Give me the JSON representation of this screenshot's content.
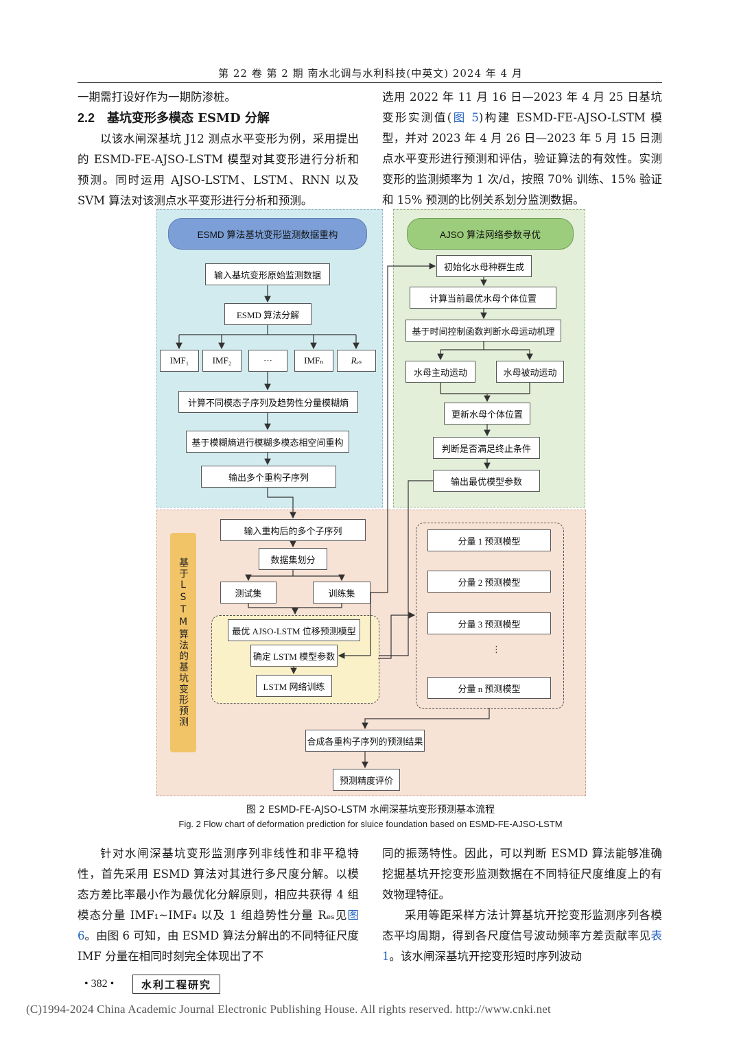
{
  "header": {
    "text": "第 22 卷  第 2 期   南水北调与水利科技(中英文)   2024 年 4 月"
  },
  "left_top": {
    "p0": "一期需打设好作为一期防渗桩。",
    "section_num": "2.2",
    "section_title": "基坑变形多模态 ESMD 分解",
    "p1": "以该水闸深基坑 J12 测点水平变形为例，采用提出的 ESMD-FE-AJSO-LSTM 模型对其变形进行分析和预测。同时运用 AJSO-LSTM、LSTM、RNN 以及 SVM 算法对该测点水平变形进行分析和预测。"
  },
  "right_top": {
    "p1_a": "选用 2022 年 11 月 16 日—2023 年 4 月 25 日基坑变形实测值(",
    "p1_ref": "图 5",
    "p1_b": ")构建 ESMD-FE-AJSO-LSTM 模型，并对 2023 年 4 月 26 日—2023 年 5 月 15 日测点水平变形进行预测和评估，验证算法的有效性。实测变形的监测频率为 1 次/d，按照 70% 训练、15% 验证和 15% 预测的比例关系划分监测数据。"
  },
  "figure": {
    "esmd_title": "ESMD 算法基坑变形监测数据重构",
    "esmd_input": "输入基坑变形原始监测数据",
    "esmd_decomp": "ESMD 算法分解",
    "imf1": "IMF₁",
    "imf2": "IMF₂",
    "imf_dots": "···",
    "imfn": "IMFₙ",
    "res": "Rₑₛ",
    "fuzzy_entropy": "计算不同模态子序列及趋势性分量模糊熵",
    "reconstruct": "基于模糊熵进行模糊多模态相空间重构",
    "output_subseq": "输出多个重构子序列",
    "ajso_title": "AJSO 算法网络参数寻优",
    "init_pop": "初始化水母种群生成",
    "calc_best": "计算当前最优水母个体位置",
    "time_control": "基于时间控制函数判断水母运动机理",
    "active": "水母主动运动",
    "passive": "水母被动运动",
    "update": "更新水母个体位置",
    "judge": "判断是否满足终止条件",
    "output_params": "输出最优模型参数",
    "lstm_label": "基于LSTM算法的基坑变形预测",
    "input_recon": "输入重构后的多个子序列",
    "dataset_split": "数据集划分",
    "test_set": "测试集",
    "train_set": "训练集",
    "best_model": "最优 AJSO-LSTM 位移预测模型",
    "lstm_params": "确定 LSTM 模型参数",
    "lstm_train": "LSTM 网络训练",
    "comp1": "分量 1 预测模型",
    "comp2": "分量 2 预测模型",
    "comp3": "分量 3 预测模型",
    "comp_dots": "⋮",
    "compn": "分量 n 预测模型",
    "combine": "合成各重构子序列的预测结果",
    "evaluate": "预测精度评价"
  },
  "caption": {
    "cn": "图 2    ESMD-FE-AJSO-LSTM 水闸深基坑变形预测基本流程",
    "en": "Fig. 2    Flow chart of deformation prediction for sluice foundation based on ESMD-FE-AJSO-LSTM"
  },
  "left_bottom": {
    "p1_a": "针对水闸深基坑变形监测序列非线性和非平稳特性，首先采用 ESMD 算法对其进行多尺度分解。以模态方差比率最小作为最优化分解原则，相应共获得 4 组模态分量 IMF₁~IMF₄ 以及 1 组趋势性分量 Rₑₛ见",
    "p1_ref": "图 6",
    "p1_b": "。由图 6 可知，由 ESMD 算法分解出的不同特征尺度 IMF 分量在相同时刻完全体现出了不"
  },
  "right_bottom": {
    "p0": "同的振荡特性。因此，可以判断 ESMD 算法能够准确挖掘基坑开挖变形监测数据在不同特征尺度维度上的有效物理特征。",
    "p1_a": "采用等距采样方法计算基坑开挖变形监测序列各模态平均周期，得到各尺度信号波动频率方差贡献率见",
    "p1_ref": "表 1",
    "p1_b": "。该水闸深基坑开挖变形短时序列波动"
  },
  "footer": {
    "page": "• 382 •",
    "journal": "水利工程研究",
    "copyright": "(C)1994-2024 China Academic Journal Electronic Publishing House. All rights reserved.    http://www.cnki.net"
  }
}
